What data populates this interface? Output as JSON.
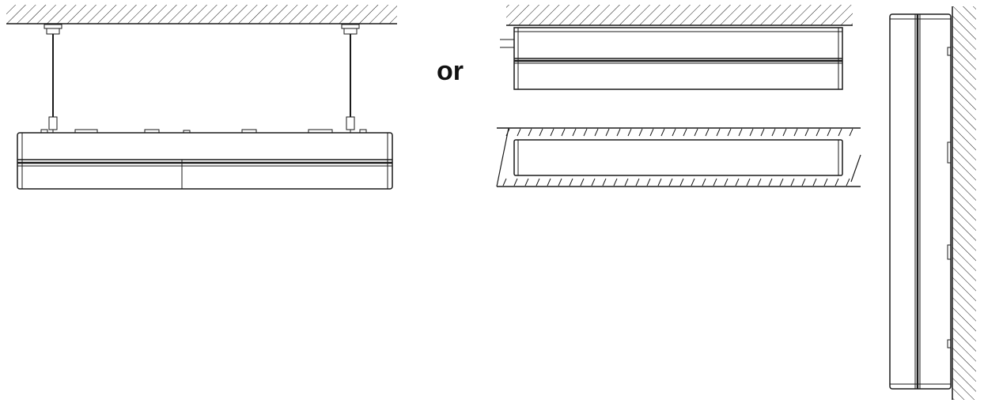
{
  "separator_label": "or",
  "colors": {
    "line": "#1a1a1a",
    "background": "#ffffff"
  },
  "views": [
    "suspended-mount",
    "surface-ceiling-mount",
    "recessed-mount",
    "wall-mount"
  ]
}
